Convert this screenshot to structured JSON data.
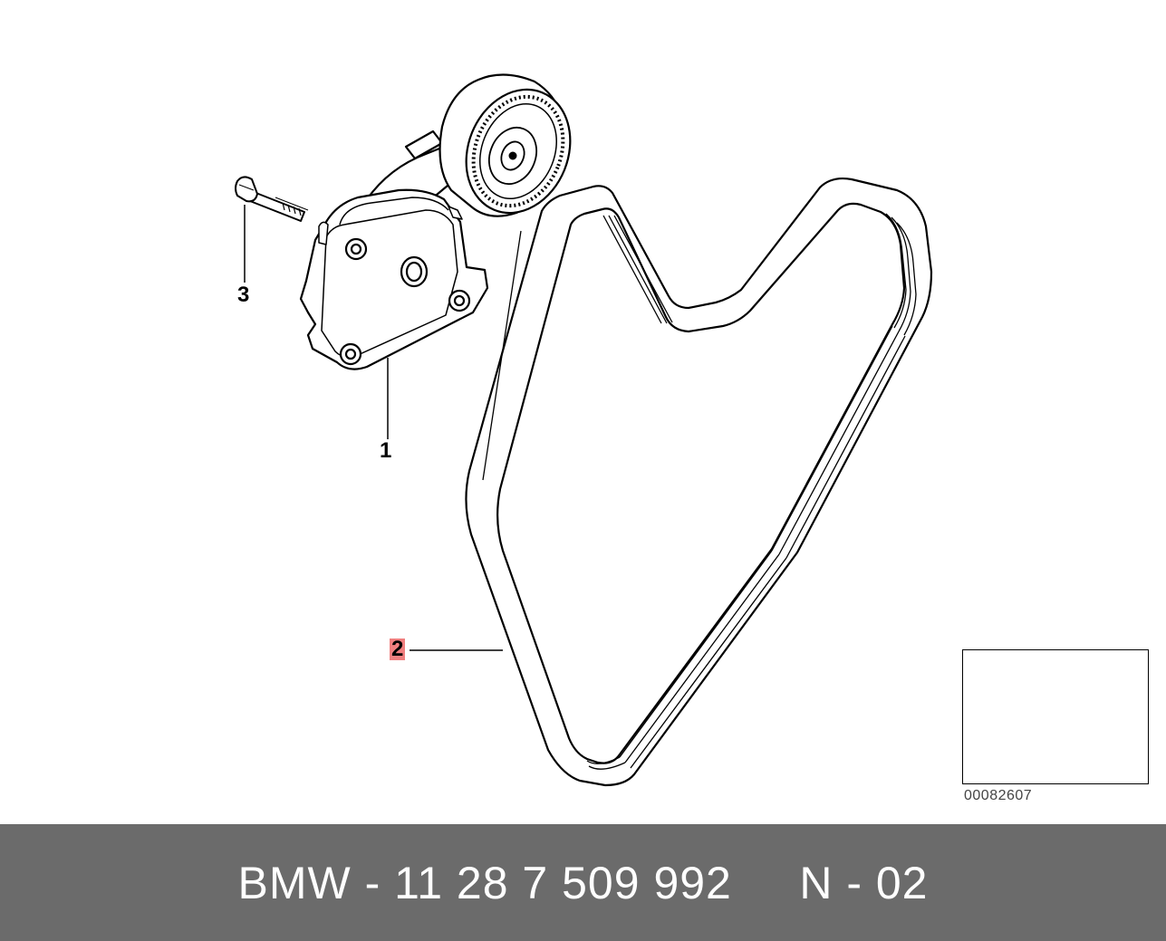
{
  "diagram": {
    "callouts": [
      {
        "id": "1",
        "label": "1",
        "part": "belt-tensioner"
      },
      {
        "id": "2",
        "label": "2",
        "part": "ribbed-v-belt",
        "highlighted": true
      },
      {
        "id": "3",
        "label": "3",
        "part": "bolt"
      }
    ],
    "reference_code": "00082607",
    "thumbnail_icon": "car-outline-icon"
  },
  "footer": {
    "text": "BMW - 11 28 7 509 992     N - 02"
  },
  "colors": {
    "line": "#000000",
    "background": "#ffffff",
    "footer_background": "#6b6b6b",
    "footer_text": "#ffffff",
    "highlight": "#f08080"
  }
}
